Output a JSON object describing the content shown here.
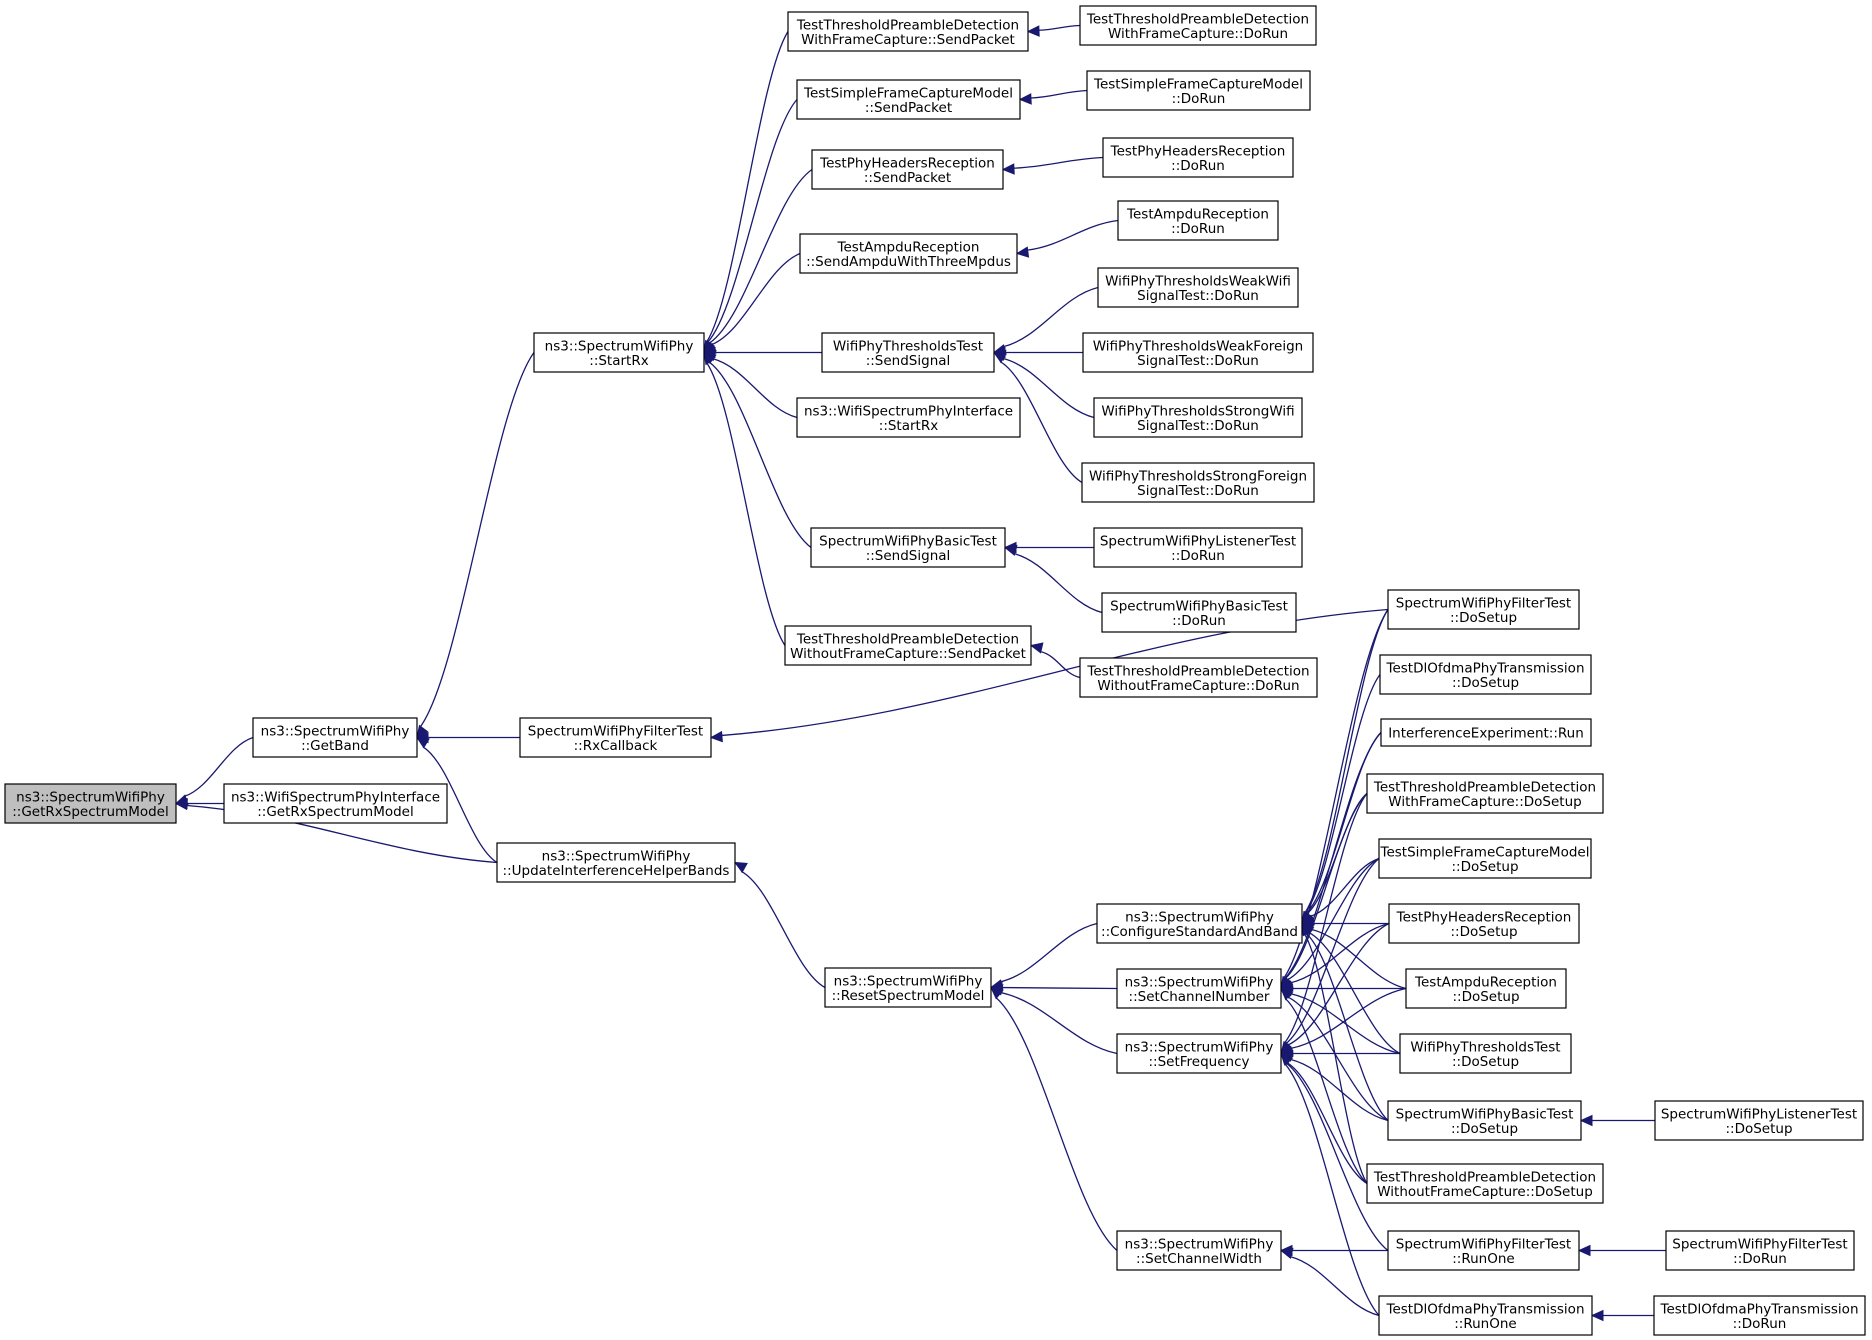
{
  "graph": {
    "edge_color": "#191970",
    "root_fill": "#bfbfbf",
    "nodes": [
      {
        "id": "root",
        "lines": [
          "ns3::SpectrumWifiPhy",
          "::GetRxSpectrumModel"
        ],
        "root": true
      },
      {
        "id": "getband",
        "lines": [
          "ns3::SpectrumWifiPhy",
          "::GetBand"
        ]
      },
      {
        "id": "wspi_getrx",
        "lines": [
          "ns3::WifiSpectrumPhyInterface",
          "::GetRxSpectrumModel"
        ]
      },
      {
        "id": "uihb",
        "lines": [
          "ns3::SpectrumWifiPhy",
          "::UpdateInterferenceHelperBands"
        ]
      },
      {
        "id": "startrx",
        "lines": [
          "ns3::SpectrumWifiPhy",
          "::StartRx"
        ]
      },
      {
        "id": "swpft_rxcb",
        "lines": [
          "SpectrumWifiPhyFilterTest",
          "::RxCallback"
        ]
      },
      {
        "id": "resetsm",
        "lines": [
          "ns3::SpectrumWifiPhy",
          "::ResetSpectrumModel"
        ]
      },
      {
        "id": "tpdwfc_send",
        "lines": [
          "TestThresholdPreambleDetection",
          "WithFrameCapture::SendPacket"
        ]
      },
      {
        "id": "tsfcm_send",
        "lines": [
          "TestSimpleFrameCaptureModel",
          "::SendPacket"
        ]
      },
      {
        "id": "tphr_send",
        "lines": [
          "TestPhyHeadersReception",
          "::SendPacket"
        ]
      },
      {
        "id": "tar_send",
        "lines": [
          "TestAmpduReception",
          "::SendAmpduWithThreeMpdus"
        ]
      },
      {
        "id": "wptt_send",
        "lines": [
          "WifiPhyThresholdsTest",
          "::SendSignal"
        ]
      },
      {
        "id": "wspi_startrx",
        "lines": [
          "ns3::WifiSpectrumPhyInterface",
          "::StartRx"
        ]
      },
      {
        "id": "swpbt_send",
        "lines": [
          "SpectrumWifiPhyBasicTest",
          "::SendSignal"
        ]
      },
      {
        "id": "tpdwofc_send",
        "lines": [
          "TestThresholdPreambleDetection",
          "WithoutFrameCapture::SendPacket"
        ]
      },
      {
        "id": "tpdwfc_dorun",
        "lines": [
          "TestThresholdPreambleDetection",
          "WithFrameCapture::DoRun"
        ]
      },
      {
        "id": "tsfcm_dorun",
        "lines": [
          "TestSimpleFrameCaptureModel",
          "::DoRun"
        ]
      },
      {
        "id": "tphr_dorun",
        "lines": [
          "TestPhyHeadersReception",
          "::DoRun"
        ]
      },
      {
        "id": "tar_dorun",
        "lines": [
          "TestAmpduReception",
          "::DoRun"
        ]
      },
      {
        "id": "wptwwifi",
        "lines": [
          "WifiPhyThresholdsWeakWifi",
          "SignalTest::DoRun"
        ]
      },
      {
        "id": "wptwforeign",
        "lines": [
          "WifiPhyThresholdsWeakForeign",
          "SignalTest::DoRun"
        ]
      },
      {
        "id": "wptswifi",
        "lines": [
          "WifiPhyThresholdsStrongWifi",
          "SignalTest::DoRun"
        ]
      },
      {
        "id": "wptsforeign",
        "lines": [
          "WifiPhyThresholdsStrongForeign",
          "SignalTest::DoRun"
        ]
      },
      {
        "id": "swplt_dorun",
        "lines": [
          "SpectrumWifiPhyListenerTest",
          "::DoRun"
        ]
      },
      {
        "id": "swpbt_dorun",
        "lines": [
          "SpectrumWifiPhyBasicTest",
          "::DoRun"
        ]
      },
      {
        "id": "tpdwofc_dorun",
        "lines": [
          "TestThresholdPreambleDetection",
          "WithoutFrameCapture::DoRun"
        ]
      },
      {
        "id": "csab",
        "lines": [
          "ns3::SpectrumWifiPhy",
          "::ConfigureStandardAndBand"
        ]
      },
      {
        "id": "setchnum",
        "lines": [
          "ns3::SpectrumWifiPhy",
          "::SetChannelNumber"
        ]
      },
      {
        "id": "setfreq",
        "lines": [
          "ns3::SpectrumWifiPhy",
          "::SetFrequency"
        ]
      },
      {
        "id": "setchw",
        "lines": [
          "ns3::SpectrumWifiPhy",
          "::SetChannelWidth"
        ]
      },
      {
        "id": "swpft_dosetup",
        "lines": [
          "SpectrumWifiPhyFilterTest",
          "::DoSetup"
        ]
      },
      {
        "id": "tdopt_dosetup",
        "lines": [
          "TestDlOfdmaPhyTransmission",
          "::DoSetup"
        ]
      },
      {
        "id": "ie_run",
        "lines": [
          "InterferenceExperiment::Run"
        ]
      },
      {
        "id": "tpdwfc_dosetup",
        "lines": [
          "TestThresholdPreambleDetection",
          "WithFrameCapture::DoSetup"
        ]
      },
      {
        "id": "tsfcm_dosetup",
        "lines": [
          "TestSimpleFrameCaptureModel",
          "::DoSetup"
        ]
      },
      {
        "id": "tphr_dosetup",
        "lines": [
          "TestPhyHeadersReception",
          "::DoSetup"
        ]
      },
      {
        "id": "tar_dosetup",
        "lines": [
          "TestAmpduReception",
          "::DoSetup"
        ]
      },
      {
        "id": "wptt_dosetup",
        "lines": [
          "WifiPhyThresholdsTest",
          "::DoSetup"
        ]
      },
      {
        "id": "swpbt_dosetup",
        "lines": [
          "SpectrumWifiPhyBasicTest",
          "::DoSetup"
        ]
      },
      {
        "id": "tpdwofc_dosetup",
        "lines": [
          "TestThresholdPreambleDetection",
          "WithoutFrameCapture::DoSetup"
        ]
      },
      {
        "id": "swpft_runone",
        "lines": [
          "SpectrumWifiPhyFilterTest",
          "::RunOne"
        ]
      },
      {
        "id": "tdopt_runone",
        "lines": [
          "TestDlOfdmaPhyTransmission",
          "::RunOne"
        ]
      },
      {
        "id": "swplt_dosetup",
        "lines": [
          "SpectrumWifiPhyListenerTest",
          "::DoSetup"
        ]
      },
      {
        "id": "swpft_dorun",
        "lines": [
          "SpectrumWifiPhyFilterTest",
          "::DoRun"
        ]
      },
      {
        "id": "tdopt_dorun",
        "lines": [
          "TestDlOfdmaPhyTransmission",
          "::DoRun"
        ]
      }
    ],
    "edges": [
      [
        "root",
        "getband"
      ],
      [
        "root",
        "wspi_getrx"
      ],
      [
        "root",
        "uihb"
      ],
      [
        "getband",
        "startrx"
      ],
      [
        "getband",
        "swpft_rxcb"
      ],
      [
        "getband",
        "uihb"
      ],
      [
        "uihb",
        "resetsm"
      ],
      [
        "startrx",
        "tpdwfc_send"
      ],
      [
        "startrx",
        "tsfcm_send"
      ],
      [
        "startrx",
        "tphr_send"
      ],
      [
        "startrx",
        "tar_send"
      ],
      [
        "startrx",
        "wptt_send"
      ],
      [
        "startrx",
        "wspi_startrx"
      ],
      [
        "startrx",
        "swpbt_send"
      ],
      [
        "startrx",
        "tpdwofc_send"
      ],
      [
        "swpft_rxcb",
        "swpft_dosetup"
      ],
      [
        "resetsm",
        "csab"
      ],
      [
        "resetsm",
        "setchnum"
      ],
      [
        "resetsm",
        "setfreq"
      ],
      [
        "resetsm",
        "setchw"
      ],
      [
        "tpdwfc_send",
        "tpdwfc_dorun"
      ],
      [
        "tsfcm_send",
        "tsfcm_dorun"
      ],
      [
        "tphr_send",
        "tphr_dorun"
      ],
      [
        "tar_send",
        "tar_dorun"
      ],
      [
        "wptt_send",
        "wptwwifi"
      ],
      [
        "wptt_send",
        "wptwforeign"
      ],
      [
        "wptt_send",
        "wptswifi"
      ],
      [
        "wptt_send",
        "wptsforeign"
      ],
      [
        "swpbt_send",
        "swplt_dorun"
      ],
      [
        "swpbt_send",
        "swpbt_dorun"
      ],
      [
        "tpdwofc_send",
        "tpdwofc_dorun"
      ],
      [
        "csab",
        "swpft_dosetup"
      ],
      [
        "csab",
        "tdopt_dosetup"
      ],
      [
        "csab",
        "ie_run"
      ],
      [
        "csab",
        "tpdwfc_dosetup"
      ],
      [
        "csab",
        "tsfcm_dosetup"
      ],
      [
        "csab",
        "tphr_dosetup"
      ],
      [
        "csab",
        "tar_dosetup"
      ],
      [
        "csab",
        "wptt_dosetup"
      ],
      [
        "csab",
        "swpbt_dosetup"
      ],
      [
        "csab",
        "tpdwofc_dosetup"
      ],
      [
        "setchnum",
        "swpft_dosetup"
      ],
      [
        "setchnum",
        "ie_run"
      ],
      [
        "setchnum",
        "tpdwfc_dosetup"
      ],
      [
        "setchnum",
        "tsfcm_dosetup"
      ],
      [
        "setchnum",
        "tphr_dosetup"
      ],
      [
        "setchnum",
        "tar_dosetup"
      ],
      [
        "setchnum",
        "wptt_dosetup"
      ],
      [
        "setchnum",
        "swpbt_dosetup"
      ],
      [
        "setchnum",
        "tpdwofc_dosetup"
      ],
      [
        "setfreq",
        "tpdwfc_dosetup"
      ],
      [
        "setfreq",
        "tsfcm_dosetup"
      ],
      [
        "setfreq",
        "tphr_dosetup"
      ],
      [
        "setfreq",
        "tar_dosetup"
      ],
      [
        "setfreq",
        "wptt_dosetup"
      ],
      [
        "setfreq",
        "swpbt_dosetup"
      ],
      [
        "setfreq",
        "tpdwofc_dosetup"
      ],
      [
        "setfreq",
        "swpft_runone"
      ],
      [
        "setfreq",
        "tdopt_runone"
      ],
      [
        "setchw",
        "swpft_runone"
      ],
      [
        "setchw",
        "tdopt_runone"
      ],
      [
        "swpbt_dosetup",
        "swplt_dosetup"
      ],
      [
        "swpft_runone",
        "swpft_dorun"
      ],
      [
        "tdopt_runone",
        "tdopt_dorun"
      ]
    ]
  }
}
